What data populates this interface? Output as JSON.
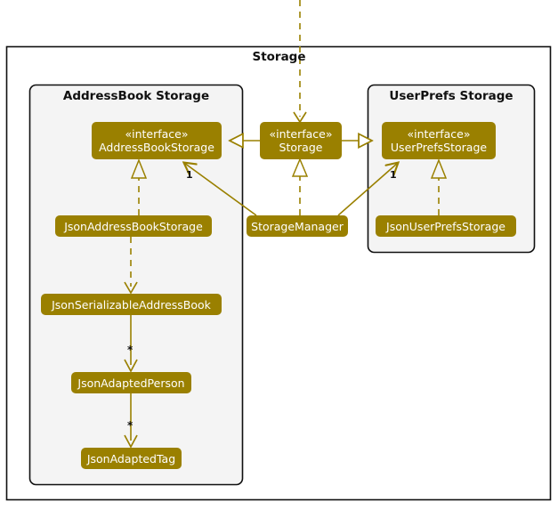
{
  "diagram": {
    "type": "uml-class-diagram",
    "outer_package": {
      "title": "Storage",
      "border_color": "#101010",
      "fill": "#ffffff"
    },
    "sub_packages": [
      {
        "id": "addressbook",
        "title": "AddressBook Storage",
        "fill": "#f4f4f4"
      },
      {
        "id": "userprefs",
        "title": "UserPrefs Storage",
        "fill": "#f4f4f4"
      }
    ],
    "classes": [
      {
        "id": "addressbookstorage",
        "stereotype": "« interface »",
        "stereotype_text": "«interface»",
        "name": "AddressBookStorage",
        "package": "addressbook"
      },
      {
        "id": "storage",
        "stereotype_text": "«interface»",
        "name": "Storage",
        "package": "outer"
      },
      {
        "id": "userprefsstorage",
        "stereotype_text": "«interface»",
        "name": "UserPrefsStorage",
        "package": "userprefs"
      },
      {
        "id": "jsonaddressbookstorage",
        "name": "JsonAddressBookStorage",
        "package": "addressbook"
      },
      {
        "id": "storagemanager",
        "name": "StorageManager",
        "package": "outer"
      },
      {
        "id": "jsonuserprefsstorage",
        "name": "JsonUserPrefsStorage",
        "package": "userprefs"
      },
      {
        "id": "jsonserializableaddressbook",
        "name": "JsonSerializableAddressBook",
        "package": "addressbook"
      },
      {
        "id": "jsonadaptedperson",
        "name": "JsonAdaptedPerson",
        "package": "addressbook"
      },
      {
        "id": "jsonadaptedtag",
        "name": "JsonAdaptedTag",
        "package": "addressbook"
      }
    ],
    "multiplicities": [
      {
        "id": "mult-left",
        "label": "1"
      },
      {
        "id": "mult-right",
        "label": "1"
      },
      {
        "id": "star-serializable-person",
        "label": "*"
      },
      {
        "id": "star-person-tag",
        "label": "*"
      }
    ],
    "colors": {
      "class_fill": "#9a8000",
      "class_text": "#ffffff",
      "line": "#9a8000",
      "package_border": "#101010",
      "package_fill": "#f4f4f4",
      "label_text": "#101010"
    }
  }
}
